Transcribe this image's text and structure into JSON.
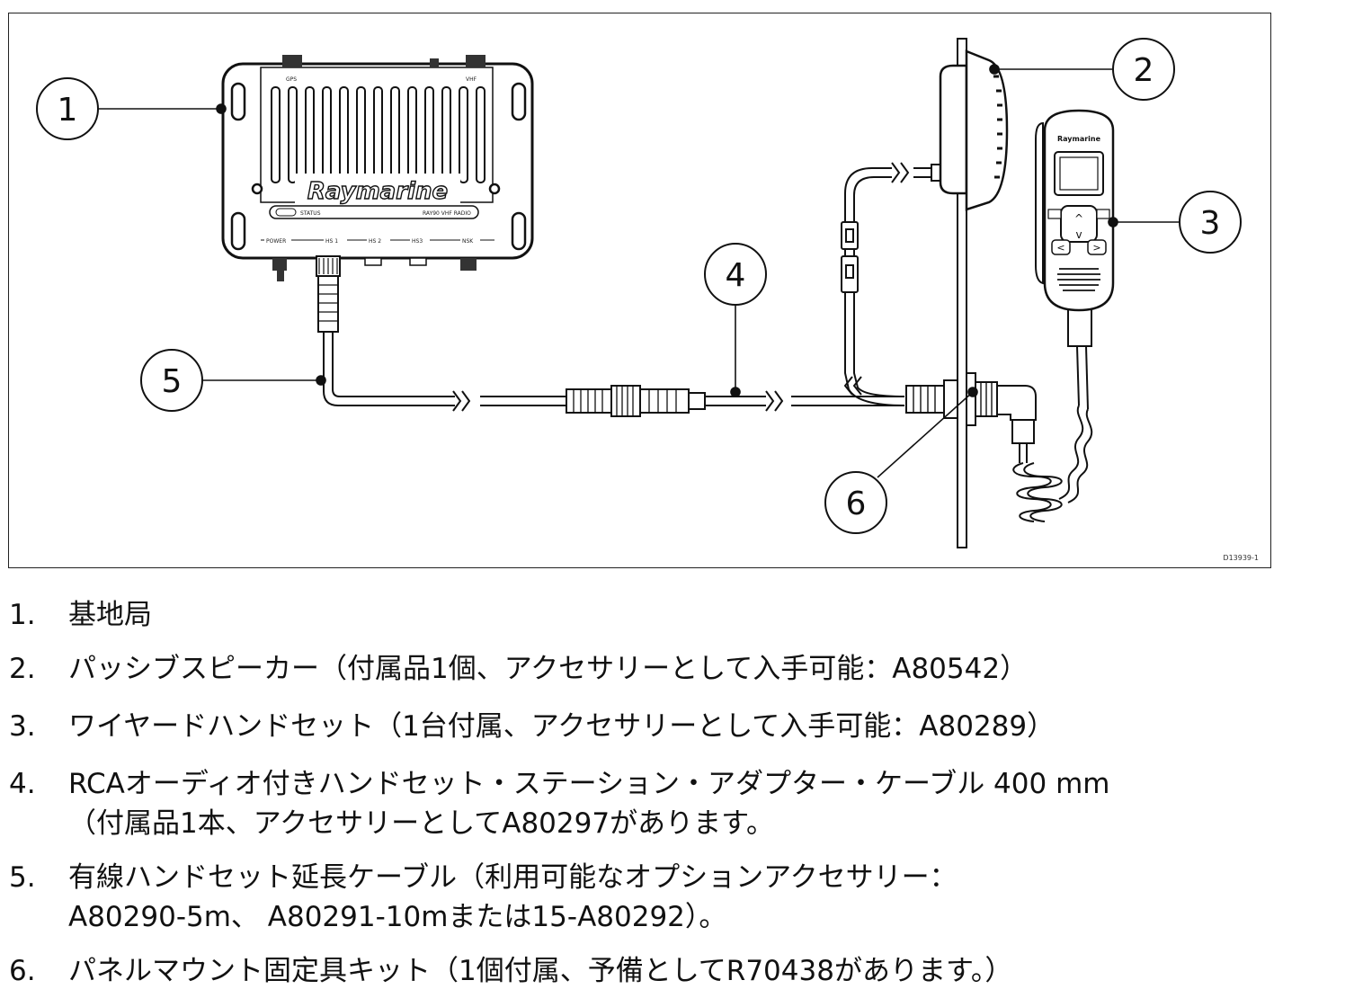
{
  "callouts": [
    "1",
    "2",
    "3",
    "4",
    "5",
    "6"
  ],
  "device": {
    "brand": "Raymarine",
    "top_labels": [
      "GPS",
      "VHF"
    ],
    "status_label": "STATUS",
    "radio_label": "RAY90 VHF RADIO",
    "port_labels": [
      "POWER",
      "HS 1",
      "HS 2",
      "HS3",
      "NSK"
    ],
    "handset_brand": "Raymarine"
  },
  "document_id": "D13939-1",
  "legend": [
    {
      "num": "1.",
      "text": "基地局",
      "cont": ""
    },
    {
      "num": "2.",
      "text": "パッシブスピーカー（付属品1個、アクセサリーとして入手可能：A80542）",
      "cont": ""
    },
    {
      "num": "3.",
      "text": "ワイヤードハンドセット（1台付属、アクセサリーとして入手可能：A80289）",
      "cont": ""
    },
    {
      "num": "4.",
      "text": "RCAオーディオ付きハンドセット・ステーション・アダプター・ケーブル 400 mm",
      "cont": "（付属品1本、アクセサリーとしてA80297があります。"
    },
    {
      "num": "5.",
      "text": "有線ハンドセット延長ケーブル（利用可能なオプションアクセサリー：",
      "cont": "A80290-5m、 A80291-10mまたは15-A80292）。"
    },
    {
      "num": "6.",
      "text": "パネルマウント固定具キット（1個付属、予備としてR70438があります。）",
      "cont": ""
    }
  ]
}
